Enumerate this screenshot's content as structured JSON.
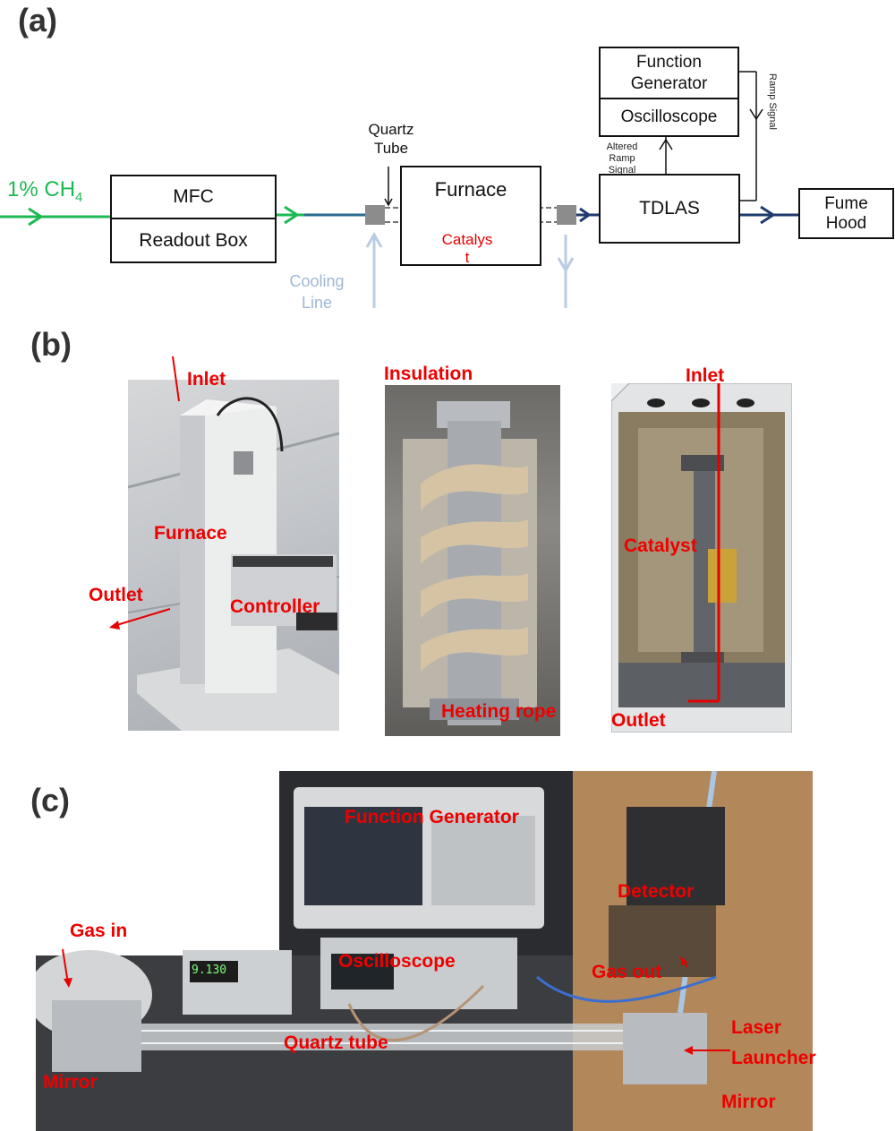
{
  "panels": {
    "a": "(a)",
    "b": "(b)",
    "c": "(c)"
  },
  "diagram": {
    "input_gas": "1% CH",
    "input_gas_sub": "4",
    "mfc": "MFC",
    "readout_box": "Readout Box",
    "quartz_tube": "Quartz\nTube",
    "furnace": "Furnace",
    "catalyst": "Catalys\nt",
    "cooling_line": "Cooling\nLine",
    "function_generator": "Function\nGenerator",
    "oscilloscope": "Oscilloscope",
    "tdlas": "TDLAS",
    "fume_hood": "Fume\nHood",
    "altered_ramp_signal": "Altered\nRamp\nSignal",
    "ramp_signal": "Ramp Signal"
  },
  "photo_b": {
    "left": {
      "inlet": "Inlet",
      "furnace": "Furnace",
      "outlet": "Outlet",
      "controller": "Controller"
    },
    "middle": {
      "insulation": "Insulation",
      "heating_rope": "Heating rope"
    },
    "right": {
      "inlet": "Inlet",
      "catalyst": "Catalyst",
      "outlet": "Outlet"
    }
  },
  "photo_c": {
    "function_generator": "Function  Generator",
    "detector": "Detector",
    "gas_in": "Gas in",
    "oscilloscope": "Oscilloscope",
    "gas_out": "Gas out",
    "laser_launcher": "Laser\nLauncher",
    "quartz_tube": "Quartz tube",
    "mirror_left": "Mirror",
    "mirror_right": "Mirror",
    "display_reading": "9.130"
  },
  "colors": {
    "green": "#1db954",
    "light_blue": "#b9cde3",
    "navy": "#1f3a6e",
    "label_red": "#e60000"
  }
}
